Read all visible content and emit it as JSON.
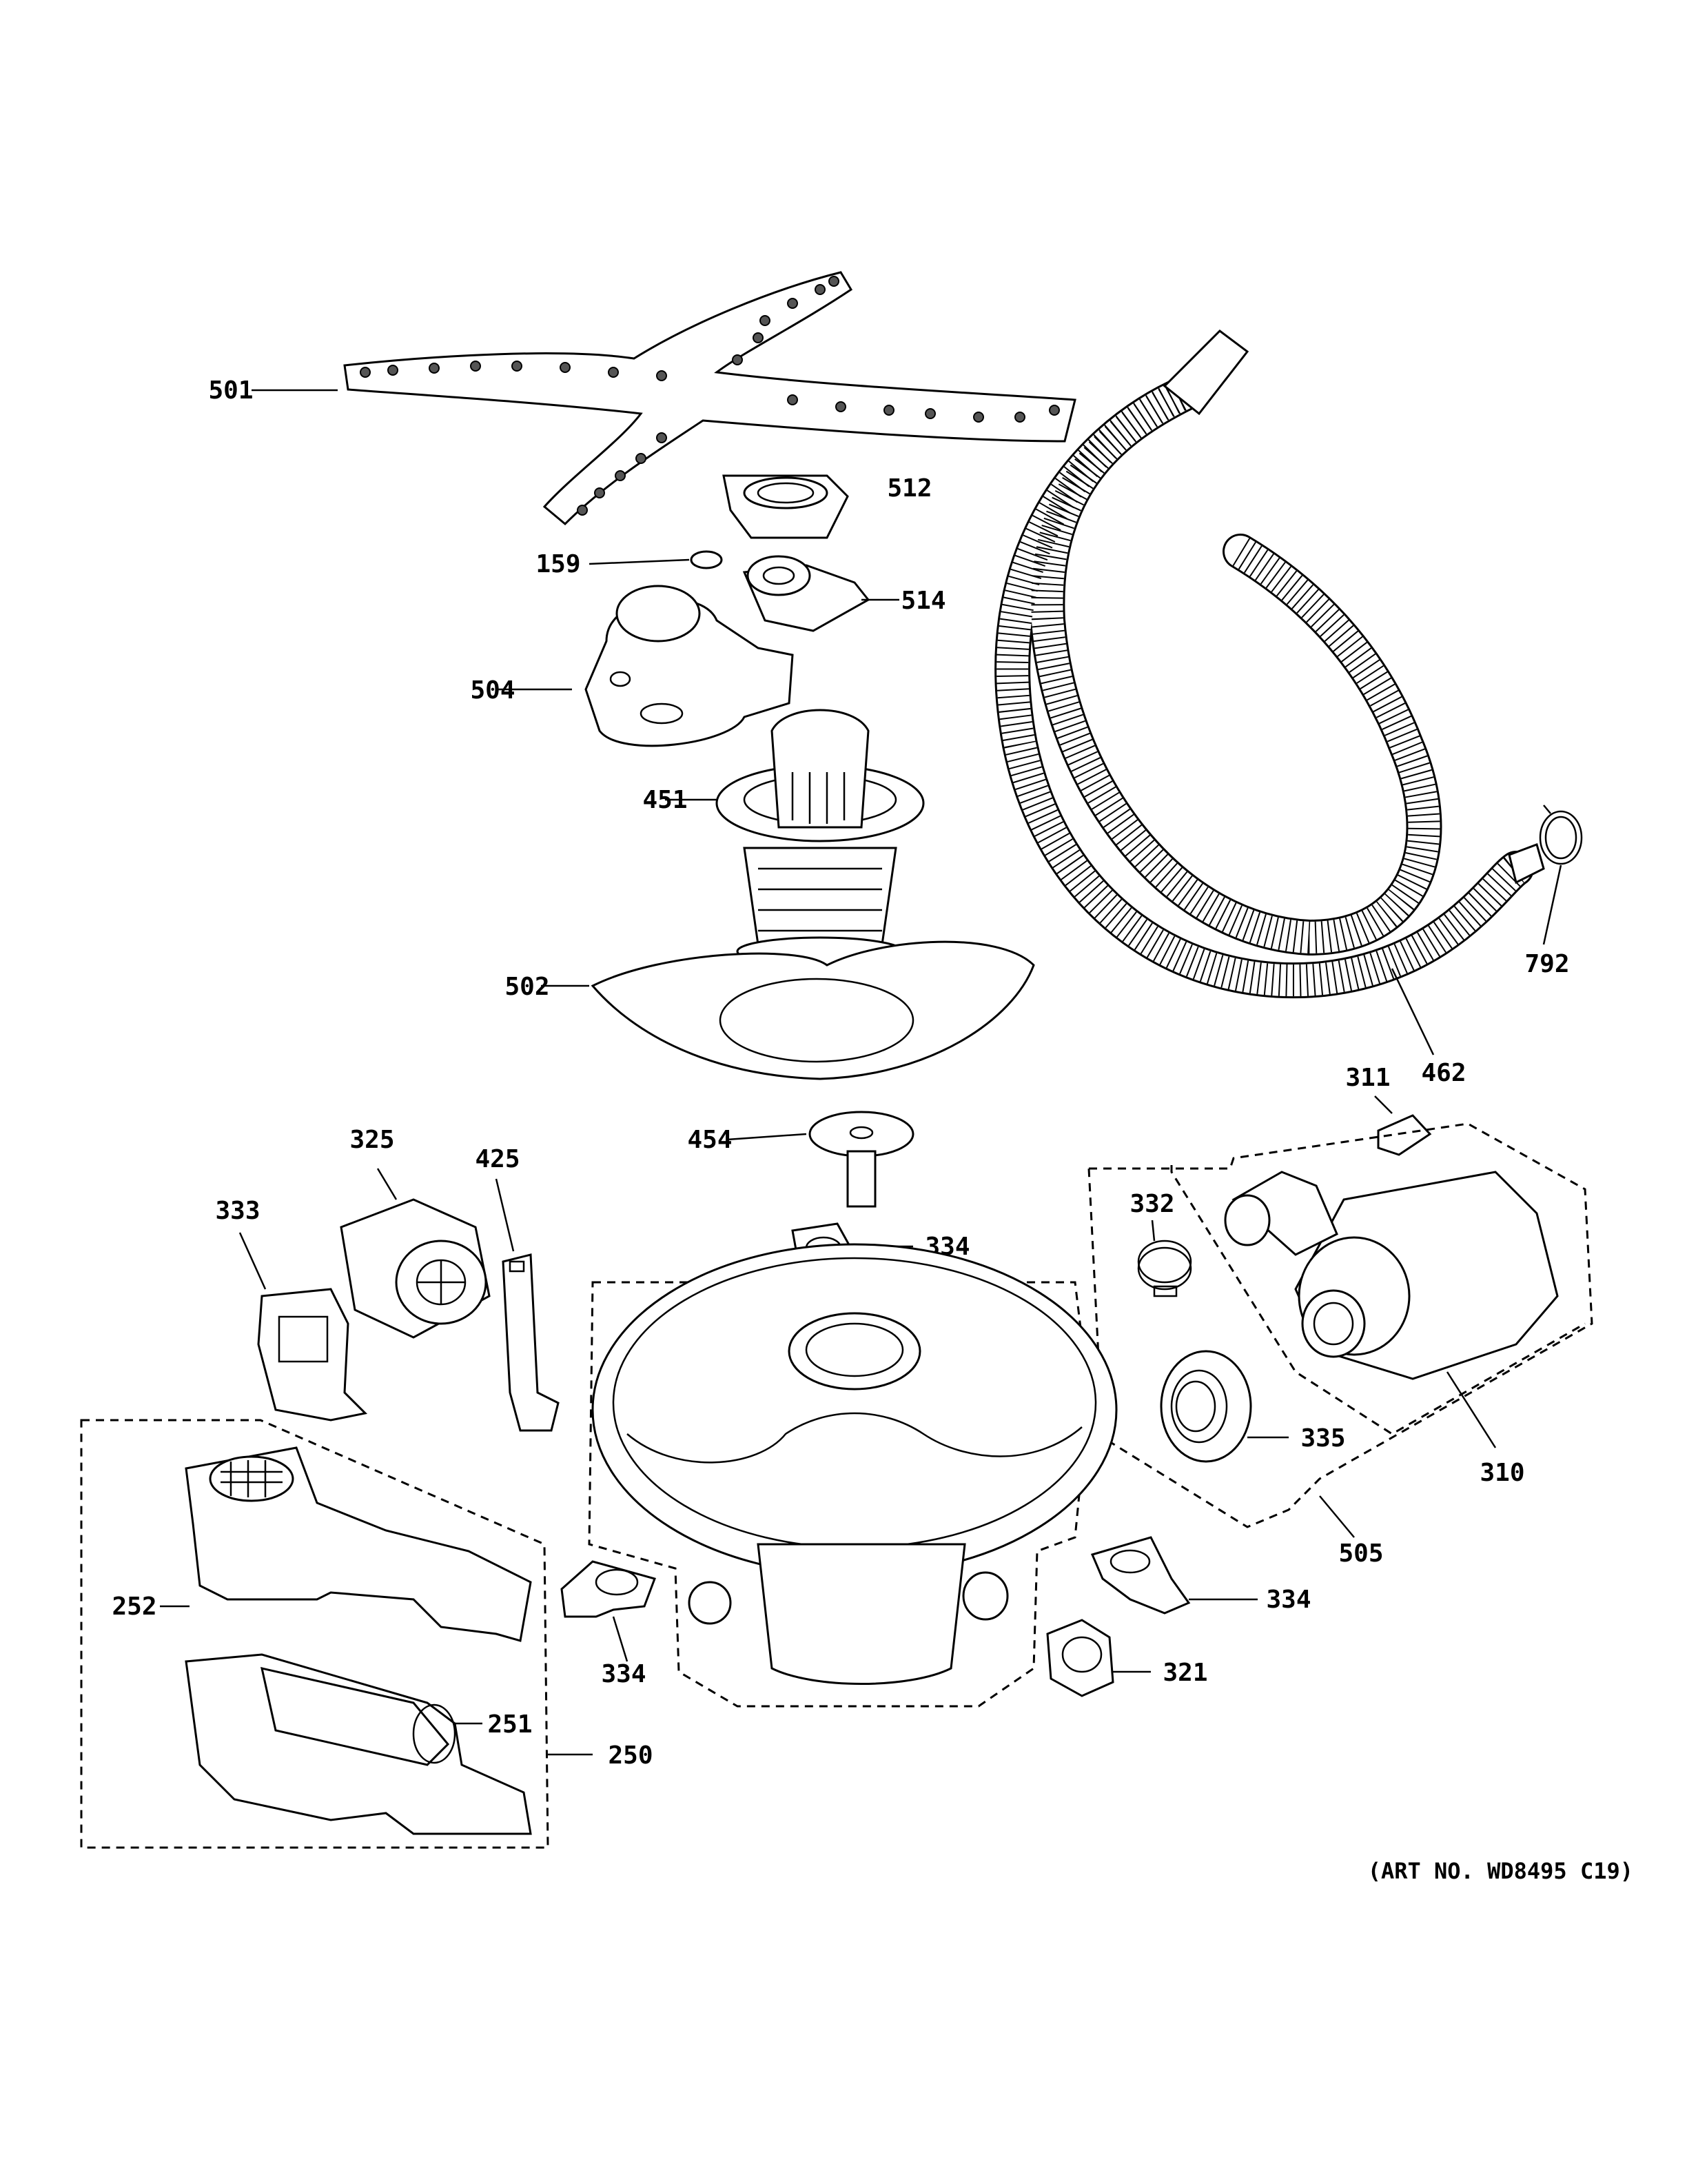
{
  "callouts": {
    "p501": "501",
    "p512": "512",
    "p159": "159",
    "p514": "514",
    "p504": "504",
    "p451": "451",
    "p502": "502",
    "p462": "462",
    "p792": "792",
    "p454": "454",
    "p311": "311",
    "p325": "325",
    "p425": "425",
    "p333": "333",
    "p334a": "334",
    "p332": "332",
    "p335": "335",
    "p310": "310",
    "p505": "505",
    "p252": "252",
    "p334b": "334",
    "p334c": "334",
    "p321": "321",
    "p251": "251",
    "p250": "250"
  },
  "art_number": "(ART NO. WD8495 C19)"
}
